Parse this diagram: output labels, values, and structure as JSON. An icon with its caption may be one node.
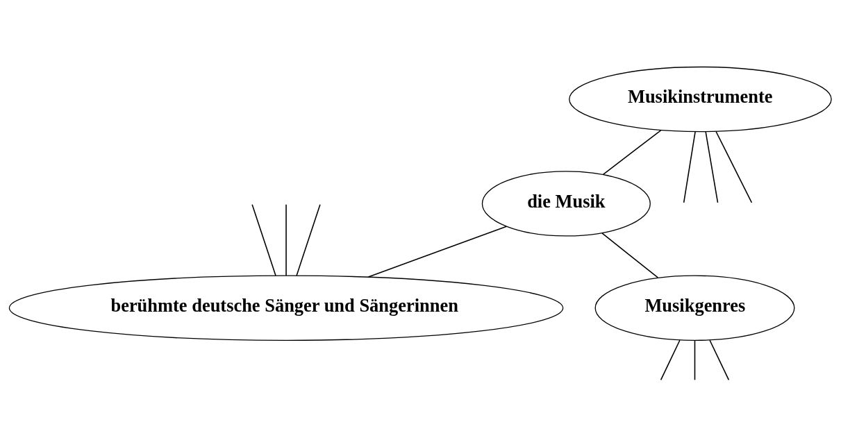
{
  "diagram": {
    "nodes": [
      {
        "text": [
          "die Musik"
        ]
      },
      {
        "text": [
          "berühmte deutsche Sänger und Sängerinnen"
        ]
      },
      {
        "text": [
          "Musikinstrumente"
        ]
      },
      {
        "text": [
          "Musikgenres"
        ]
      }
    ],
    "edges": [
      {
        "from": null,
        "to": 1,
        "arrow": "none"
      },
      {
        "from": null,
        "to": 1,
        "arrow": "none"
      },
      {
        "from": null,
        "to": 1,
        "arrow": "none"
      },
      {
        "from": 0,
        "to": 1,
        "arrow": "none"
      },
      {
        "from": 2,
        "to": 0,
        "arrow": "none"
      },
      {
        "from": 0,
        "to": 3,
        "arrow": "none"
      },
      {
        "from": 2,
        "to": null,
        "arrow": "none"
      },
      {
        "from": 2,
        "to": null,
        "arrow": "none"
      },
      {
        "from": 2,
        "to": null,
        "arrow": "none"
      },
      {
        "from": 3,
        "to": null,
        "arrow": "none"
      },
      {
        "from": 3,
        "to": null,
        "arrow": "none"
      },
      {
        "from": 3,
        "to": null,
        "arrow": "none"
      }
    ]
  }
}
